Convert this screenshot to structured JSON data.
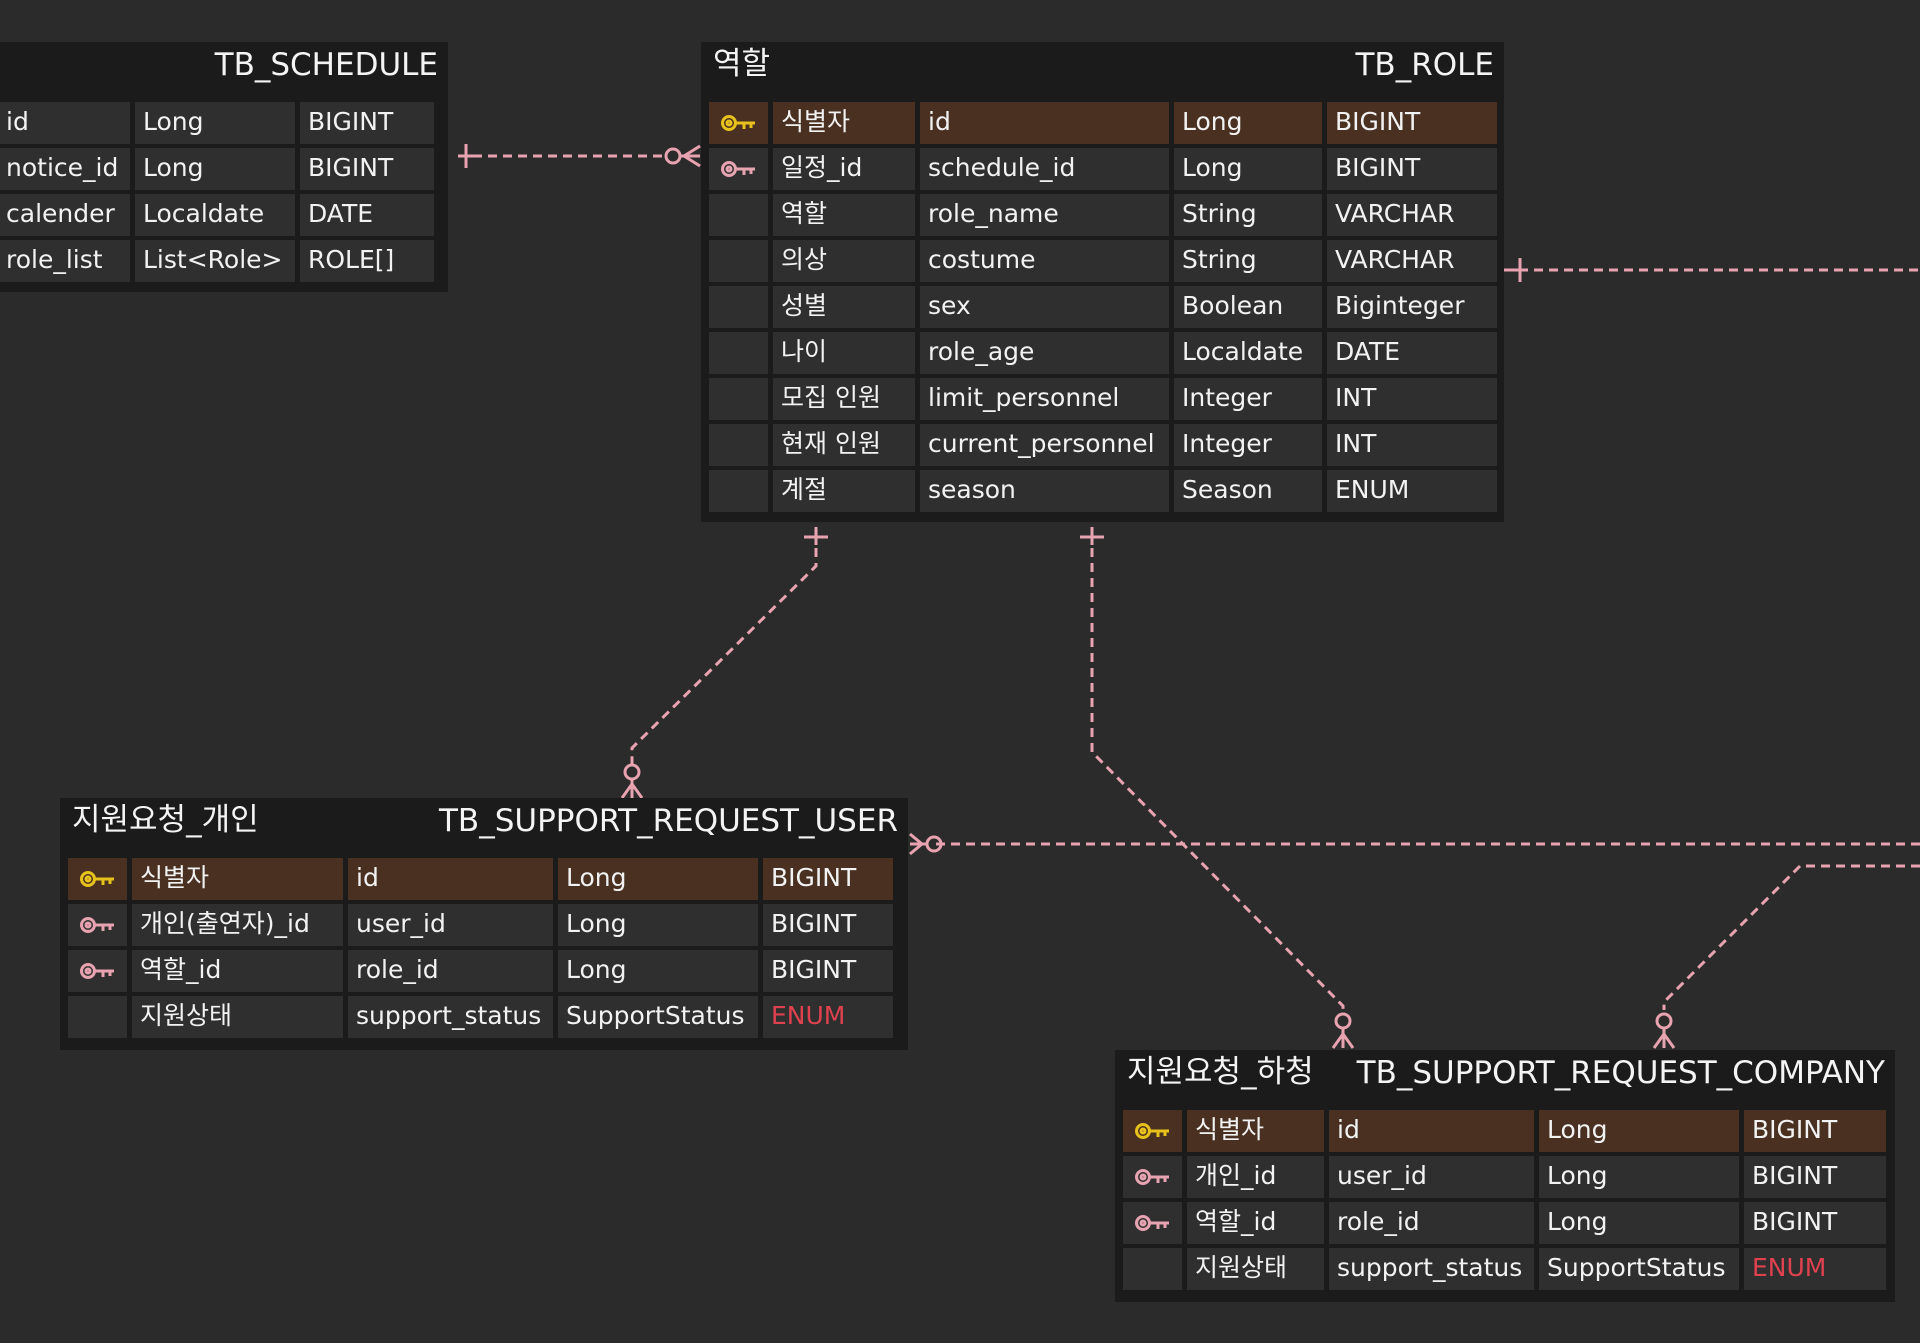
{
  "colors": {
    "background": "#2b2b2b",
    "table_bg": "#1b1b1b",
    "cell_bg": "#2f2f2f",
    "pk_row_bg": "#4a3020",
    "primary_key_icon": "#e8c21c",
    "foreign_key_icon": "#e8a3b0",
    "relationship_line": "#e8a3b0",
    "enum_text": "#e0414f"
  },
  "tables": {
    "schedule": {
      "logical_name": "",
      "physical_name": "TB_SCHEDULE",
      "rows": [
        {
          "key": "",
          "cells": [
            "id",
            "Long",
            "BIGINT"
          ]
        },
        {
          "key": "",
          "cells": [
            "notice_id",
            "Long",
            "BIGINT"
          ]
        },
        {
          "key": "",
          "cells": [
            "calender",
            "Localdate",
            "DATE"
          ]
        },
        {
          "key": "",
          "cells": [
            "role_list",
            "List<Role>",
            "ROLE[]"
          ]
        }
      ]
    },
    "role": {
      "logical_name": "역할",
      "physical_name": "TB_ROLE",
      "rows": [
        {
          "key": "primary-key-icon",
          "cells": [
            "식별자",
            "id",
            "Long",
            "BIGINT"
          ]
        },
        {
          "key": "foreign-key-icon",
          "cells": [
            "일정_id",
            "schedule_id",
            "Long",
            "BIGINT"
          ]
        },
        {
          "key": "",
          "cells": [
            "역할",
            "role_name",
            "String",
            "VARCHAR"
          ]
        },
        {
          "key": "",
          "cells": [
            "의상",
            "costume",
            "String",
            "VARCHAR"
          ]
        },
        {
          "key": "",
          "cells": [
            "성별",
            "sex",
            "Boolean",
            "Biginteger"
          ]
        },
        {
          "key": "",
          "cells": [
            "나이",
            "role_age",
            "Localdate",
            "DATE"
          ]
        },
        {
          "key": "",
          "cells": [
            "모집 인원",
            "limit_personnel",
            "Integer",
            "INT"
          ]
        },
        {
          "key": "",
          "cells": [
            "현재 인원",
            "current_personnel",
            "Integer",
            "INT"
          ]
        },
        {
          "key": "",
          "cells": [
            "계절",
            "season",
            "Season",
            "ENUM"
          ]
        }
      ]
    },
    "support_request_user": {
      "logical_name": "지원요청_개인",
      "physical_name": "TB_SUPPORT_REQUEST_USER",
      "rows": [
        {
          "key": "primary-key-icon",
          "cells": [
            "식별자",
            "id",
            "Long",
            "BIGINT"
          ]
        },
        {
          "key": "foreign-key-icon",
          "cells": [
            "개인(출연자)_id",
            "user_id",
            "Long",
            "BIGINT"
          ]
        },
        {
          "key": "foreign-key-icon",
          "cells": [
            "역할_id",
            "role_id",
            "Long",
            "BIGINT"
          ]
        },
        {
          "key": "",
          "cells": [
            "지원상태",
            "support_status",
            "SupportStatus",
            "ENUM"
          ]
        }
      ]
    },
    "support_request_company": {
      "logical_name": "지원요청_하청",
      "physical_name": "TB_SUPPORT_REQUEST_COMPANY",
      "rows": [
        {
          "key": "primary-key-icon",
          "cells": [
            "식별자",
            "id",
            "Long",
            "BIGINT"
          ]
        },
        {
          "key": "foreign-key-icon",
          "cells": [
            "개인_id",
            "user_id",
            "Long",
            "BIGINT"
          ]
        },
        {
          "key": "foreign-key-icon",
          "cells": [
            "역할_id",
            "role_id",
            "Long",
            "BIGINT"
          ]
        },
        {
          "key": "",
          "cells": [
            "지원상태",
            "support_status",
            "SupportStatus",
            "ENUM"
          ]
        }
      ]
    }
  }
}
